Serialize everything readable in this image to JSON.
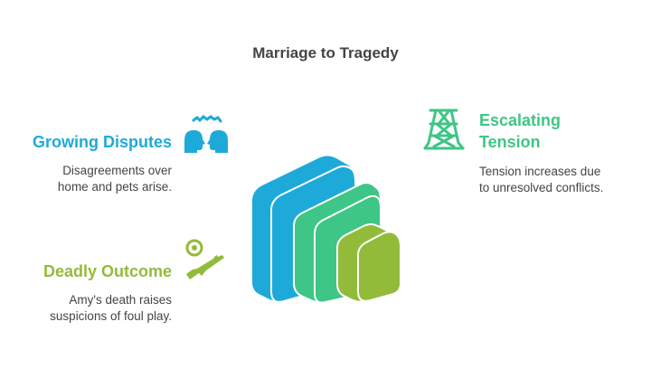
{
  "title": "Marriage to Tragedy",
  "colors": {
    "blue": "#1eaad9",
    "green": "#3ec686",
    "lime": "#93bb3a",
    "text": "#444444"
  },
  "items": [
    {
      "heading": "Growing Disputes",
      "desc_lines": [
        "Disagreements over",
        "home and pets arise."
      ],
      "icon": "arguing-heads-icon"
    },
    {
      "heading_lines": [
        "Escalating",
        "Tension"
      ],
      "desc_lines": [
        "Tension increases due",
        "to unresolved conflicts."
      ],
      "icon": "tower-icon"
    },
    {
      "heading": "Deadly Outcome",
      "desc_lines": [
        "Amy's death raises",
        "suspicions of foul play."
      ],
      "icon": "rifle-target-icon"
    }
  ]
}
